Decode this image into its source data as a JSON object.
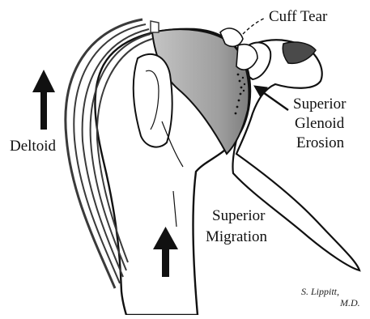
{
  "labels": {
    "cuff_tear": "Cuff Tear",
    "superior_glenoid_erosion": [
      "Superior",
      "Glenoid",
      "Erosion"
    ],
    "deltoid": "Deltoid",
    "superior_migration": [
      "Superior",
      "Migration"
    ]
  },
  "signature": [
    "S. Lippitt,",
    "M.D."
  ],
  "colors": {
    "ink": "#111111",
    "humeral_head_shade": "#9a9a9a",
    "deltoid_muscle": "#555555",
    "background": "#ffffff"
  }
}
